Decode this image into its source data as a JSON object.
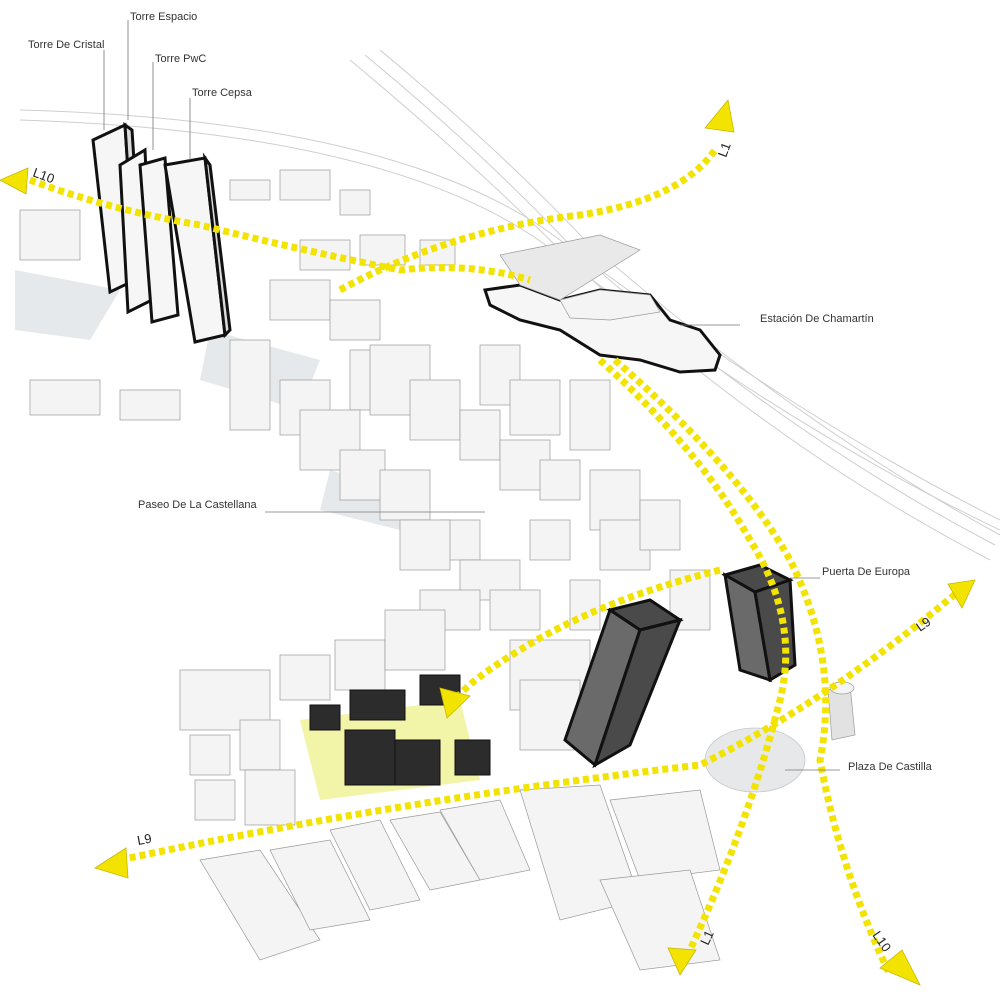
{
  "labels": {
    "torre_espacio": "Torre Espacio",
    "torre_de_cristal": "Torre De Cristal",
    "torre_pwc": "Torre PwC",
    "torre_cepsa": "Torre Cepsa",
    "estacion_de_chamartin": "Estación De Chamartín",
    "paseo_de_la_castellana": "Paseo De La Castellana",
    "puerta_de_europa": "Puerta De Europa",
    "plaza_de_castilla": "Plaza De Castilla"
  },
  "lines": {
    "l10_top": "L10",
    "l1_top": "L1",
    "l9_right": "L9",
    "l9_left": "L9",
    "l1_bottom": "L1",
    "l10_bottom": "L10"
  },
  "colors": {
    "route": "#f2e300",
    "highlight_outline": "#111111",
    "building": "#f4f4f4"
  }
}
